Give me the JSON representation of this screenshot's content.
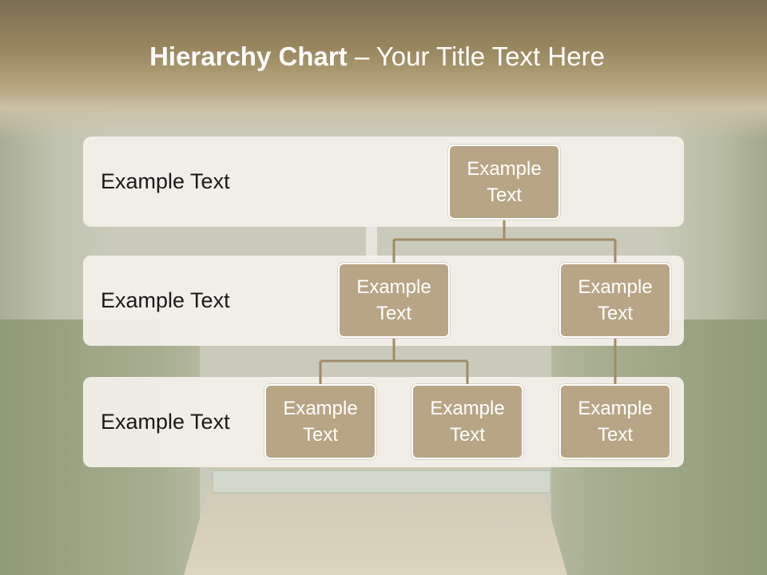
{
  "title": {
    "bold": "Hierarchy Chart",
    "rest": " – Your Title Text Here"
  },
  "bands": [
    {
      "label": "Example Text"
    },
    {
      "label": "Example Text"
    },
    {
      "label": "Example Text"
    }
  ],
  "nodes": {
    "root": "Example Text",
    "level2_left": "Example Text",
    "level2_right": "Example Text",
    "level3_a": "Example Text",
    "level3_b": "Example Text",
    "level3_c": "Example Text"
  },
  "colors": {
    "node_fill": "#b7a585",
    "band_fill": "#f4f1ec",
    "connector": "#a08c66",
    "title_band": "#8c7b5b"
  }
}
